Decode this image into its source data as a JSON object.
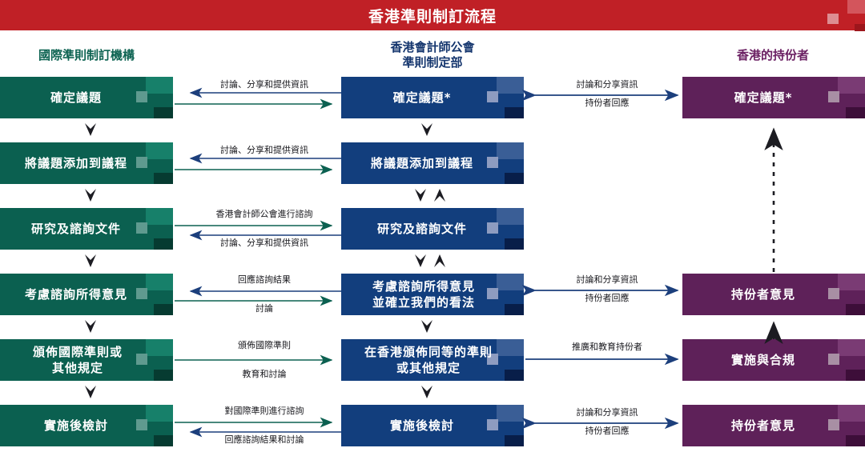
{
  "header": {
    "title": "香港準則制訂流程",
    "bar_color": "#c02026"
  },
  "columns": {
    "left": {
      "heading": "國際準則制訂機構",
      "color": "#0b6050"
    },
    "middle": {
      "heading_line1": "香港會計師公會",
      "heading_line2": "準則制定部",
      "color": "#123e7d"
    },
    "right": {
      "heading": "香港的持份者",
      "color": "#5e2159"
    }
  },
  "rows": [
    {
      "left": "確定議題",
      "middle_line1": "確定議題*",
      "middle_line2": "",
      "right": "確定議題*",
      "left_connector_top": "討論、分享和提供資訊",
      "left_connector_bottom": "",
      "right_connector_top": "討論和分享資訊",
      "right_connector_bottom": "持份者回應"
    },
    {
      "left": "將議題添加到議程",
      "middle_line1": "將議題添加到議程",
      "middle_line2": "",
      "right": "",
      "left_connector_top": "討論、分享和提供資訊",
      "left_connector_bottom": "",
      "right_connector_top": "",
      "right_connector_bottom": ""
    },
    {
      "left": "研究及諮詢文件",
      "middle_line1": "研究及諮詢文件",
      "middle_line2": "",
      "right": "",
      "left_connector_top": "香港會計師公會進行諮詢",
      "left_connector_bottom": "討論、分享和提供資訊",
      "right_connector_top": "",
      "right_connector_bottom": ""
    },
    {
      "left": "考慮諮詢所得意見",
      "middle_line1": "考慮諮詢所得意見",
      "middle_line2": "並確立我們的看法",
      "right": "持份者意見",
      "left_connector_top": "回應諮詢結果",
      "left_connector_bottom": "討論",
      "right_connector_top": "討論和分享資訊",
      "right_connector_bottom": "持份者回應"
    },
    {
      "left": "頒佈國際準則或\n其他規定",
      "left_line1": "頒佈國際準則或",
      "left_line2": "其他規定",
      "middle_line1": "在香港頒佈同等的準則",
      "middle_line2": "或其他規定",
      "right": "實施與合規",
      "left_connector_top": "頒佈國際準則",
      "left_connector_bottom": "教育和討論",
      "right_connector_top": "推廣和教育持份者",
      "right_connector_bottom": ""
    },
    {
      "left": "實施後檢討",
      "middle_line1": "實施後檢討",
      "middle_line2": "",
      "right": "持份者意見",
      "left_connector_top": "對國際準則進行諮詢",
      "left_connector_bottom": "回應諮詢結果和討論",
      "right_connector_top": "討論和分享資訊",
      "right_connector_bottom": "持份者回應"
    }
  ],
  "colors": {
    "green_arrow": "#0b6050",
    "blue_arrow": "#1c3f7c",
    "dashed_arrow": "#1c1c22"
  }
}
